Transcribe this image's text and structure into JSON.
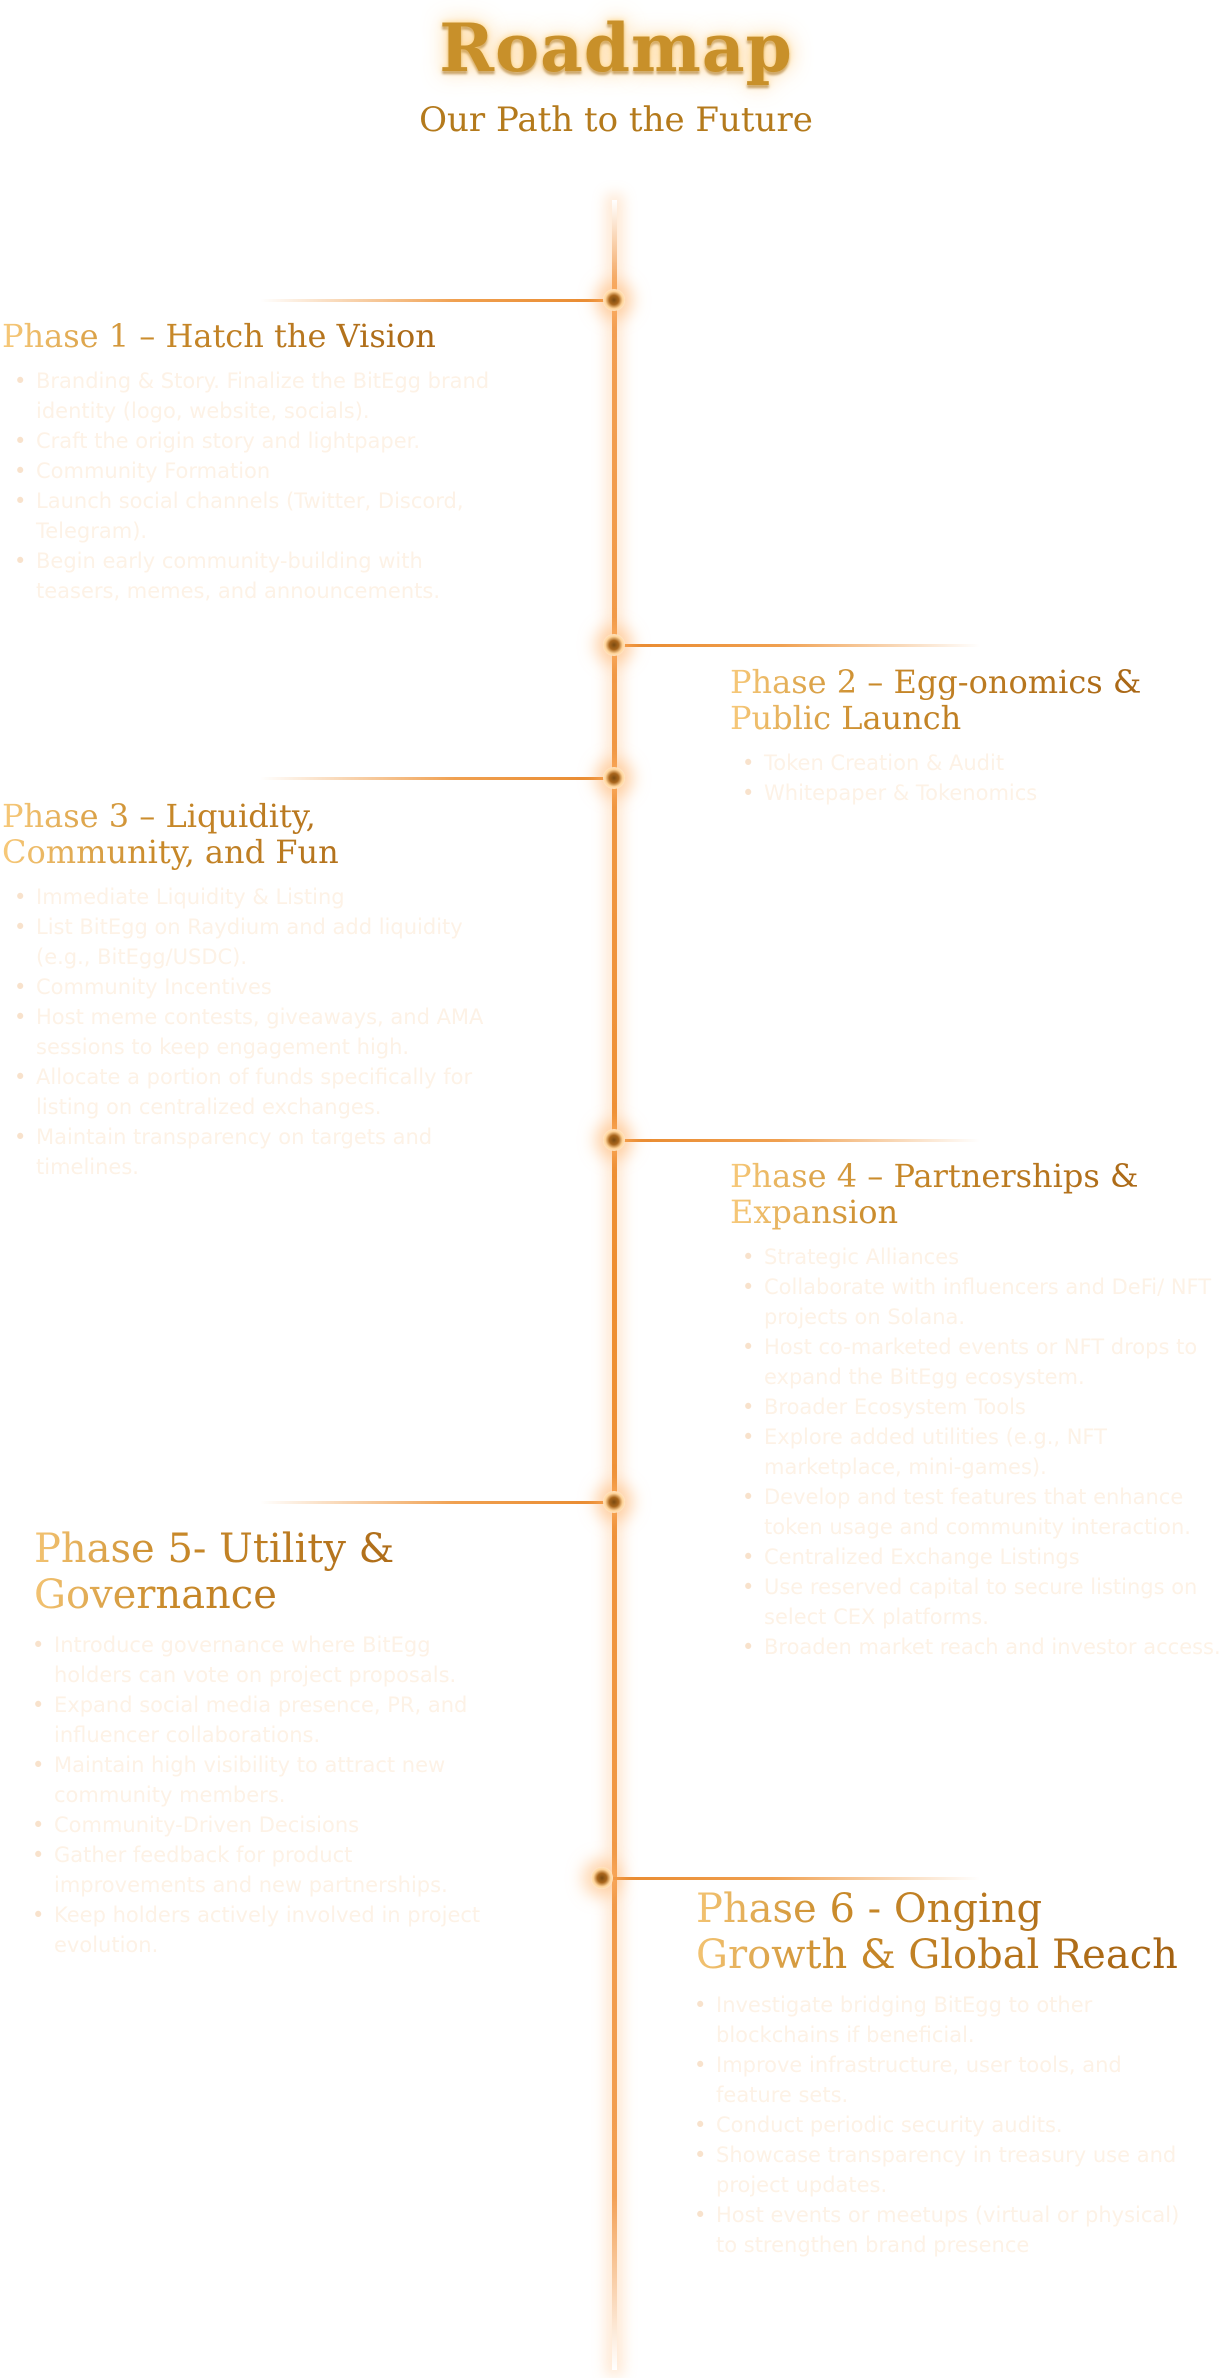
{
  "header": {
    "title": "Roadmap",
    "subtitle": "Our Path to the Future"
  },
  "colors": {
    "accent": "#ee8e30",
    "heading": "#a86510",
    "body_text": "#fdf2e6"
  },
  "phases": [
    {
      "title": "Phase 1 – Hatch the Vision",
      "items": [
        "Branding & Story. Finalize the BitEgg brand identity (logo, website, socials).",
        "Craft the origin story and lightpaper.",
        "Community Formation",
        "Launch social channels (Twitter, Discord, Telegram).",
        "Begin early community-building with teasers, memes, and announcements."
      ]
    },
    {
      "title": "Phase 2 – Egg-onomics & Public Launch",
      "items": [
        "Token Creation & Audit",
        "Whitepaper & Tokenomics"
      ]
    },
    {
      "title": "Phase 3 – Liquidity, Community, and Fun",
      "items": [
        "Immediate Liquidity & Listing",
        "List BitEgg on Raydium and add liquidity (e.g., BitEgg/USDC).",
        "Community Incentives",
        "Host meme contests, giveaways, and AMA sessions to keep engagement high.",
        "Allocate a portion of funds specifically for listing on centralized exchanges.",
        "Maintain transparency on targets and timelines."
      ]
    },
    {
      "title": "Phase 4 – Partnerships & Expansion",
      "items": [
        "Strategic Alliances",
        "Collaborate with influencers and DeFi/ NFT projects on Solana.",
        "Host co-marketed events or NFT drops to expand the BitEgg ecosystem.",
        "Broader Ecosystem Tools",
        "Explore added utilities (e.g., NFT marketplace, mini-games).",
        "Develop and test features that enhance token usage and community interaction.",
        "Centralized Exchange Listings",
        "Use reserved capital to secure listings on select CEX platforms.",
        "Broaden market reach and investor access."
      ]
    },
    {
      "title": "Phase 5- Utility & Governance",
      "items": [
        "Introduce governance where BitEgg holders can vote on project proposals.",
        "Expand social media presence, PR, and influencer collaborations.",
        "Maintain high visibility to attract new community members.",
        "Community-Driven Decisions",
        "Gather feedback for product improvements and new partnerships.",
        "Keep holders actively involved in project evolution."
      ]
    },
    {
      "title": "Phase 6 - Onging Growth & Global Reach",
      "items": [
        "Investigate bridging BitEgg to other blockchains if beneficial.",
        "Improve infrastructure, user tools, and feature sets.",
        "Conduct periodic security audits.",
        "Showcase transparency in treasury use and project updates.",
        "Host events or meetups (virtual or physical) to strengthen brand presence"
      ]
    }
  ]
}
